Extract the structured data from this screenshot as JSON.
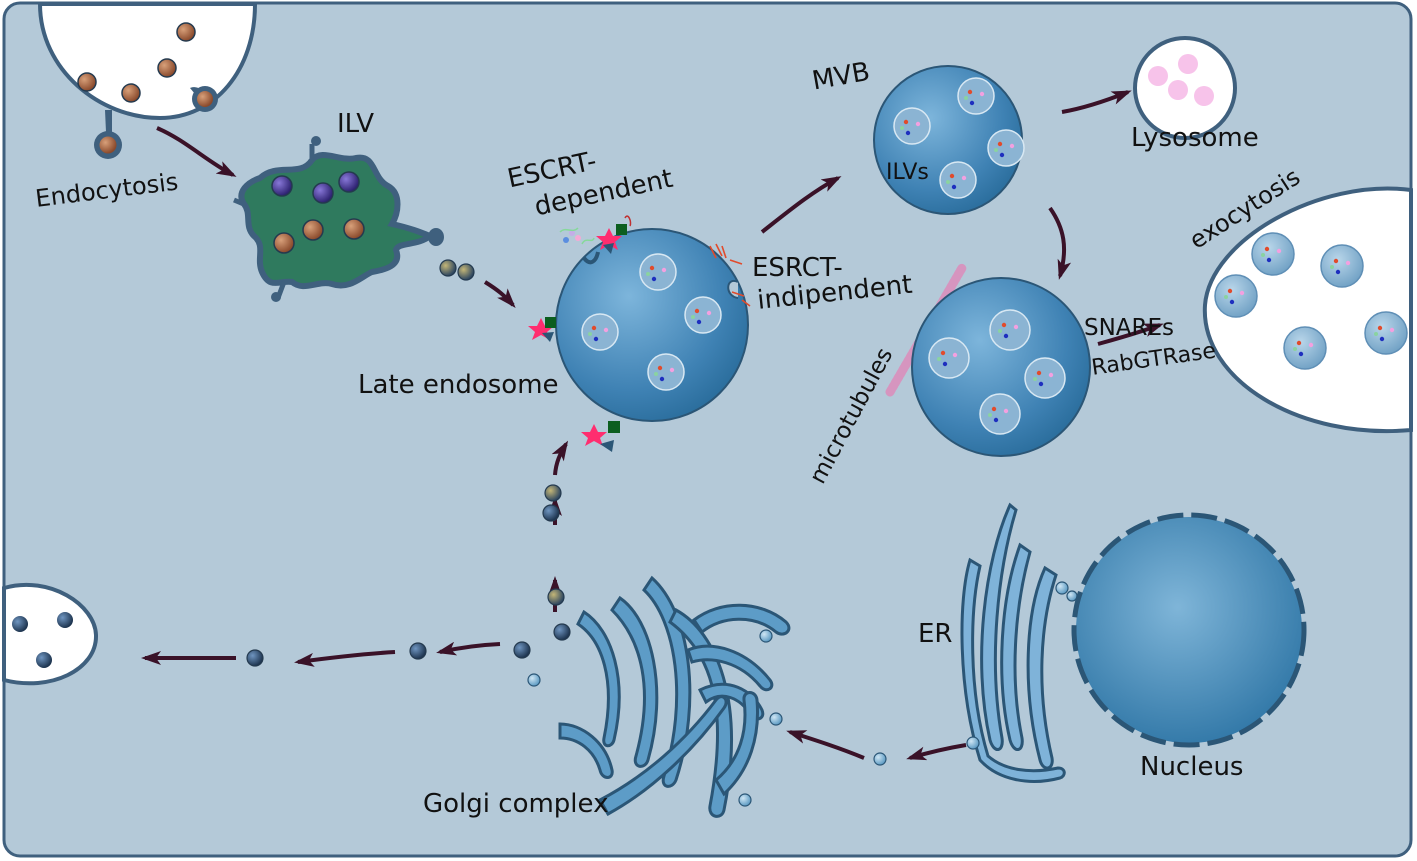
{
  "labels": {
    "ilv": "ILV",
    "endocytosis": "Endocytosis",
    "escrt_dep_1": "ESCRT-",
    "escrt_dep_2": "dependent",
    "mvb": "MVB",
    "ilvs": "ILVs",
    "lysosome": "Lysosome",
    "exocytosis": "exocytosis",
    "esrct_ind_1": "ESRCT-",
    "esrct_ind_2": "indipendent",
    "late_endosome": "Late endosome",
    "microtubules": "microtubules",
    "snares": "SNAREs",
    "rabgtrase": "RabGTRase",
    "er": "ER",
    "nucleus": "Nucleus",
    "golgi": "Golgi complex"
  },
  "colors": {
    "cytoplasm": "#b4c9d8",
    "membrane": "#3f607e",
    "mvb_fill": "#3d84b5",
    "ilv_green": "#2f7a5e",
    "arrow": "#3a1228",
    "lysosome_content": "#f7c3ea",
    "cargo_brown": "#9a5a3a",
    "cargo_purple": "#3a2d8a",
    "microtubule": "#d695bf",
    "star_pink": "#ff2d6f",
    "marker_green": "#0c5e1f"
  }
}
